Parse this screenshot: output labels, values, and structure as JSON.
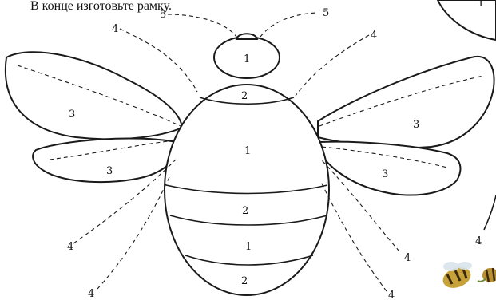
{
  "caption": "В конце изготовьте рамку.",
  "labels": {
    "head": "1",
    "band_top": "2",
    "body_big": "1",
    "band_mid": "2",
    "body_small": "1",
    "band_bottom": "2",
    "wing_upper_left": "3",
    "wing_lower_left": "3",
    "wing_upper_right": "3",
    "wing_lower_right": "3",
    "antenna_left": "5",
    "antenna_right": "5",
    "pointer_top_left": "4",
    "pointer_top_right": "4",
    "pointer_bottom_left_1": "4",
    "pointer_bottom_left_2": "4",
    "pointer_bottom_right_1": "4",
    "pointer_bottom_right_2": "4",
    "pointer_edge_right": "4",
    "edge_top_right": "1"
  }
}
